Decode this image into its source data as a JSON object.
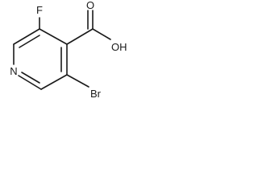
{
  "molecule": {
    "atoms": {
      "fluorine": "F",
      "hydroxyl": "OH",
      "carbonyl_oxygen": "O",
      "ring_nitrogen": "N",
      "bromine": "Br"
    },
    "colors": {
      "line": "#1a1a1a",
      "background": "#ffffff"
    }
  }
}
